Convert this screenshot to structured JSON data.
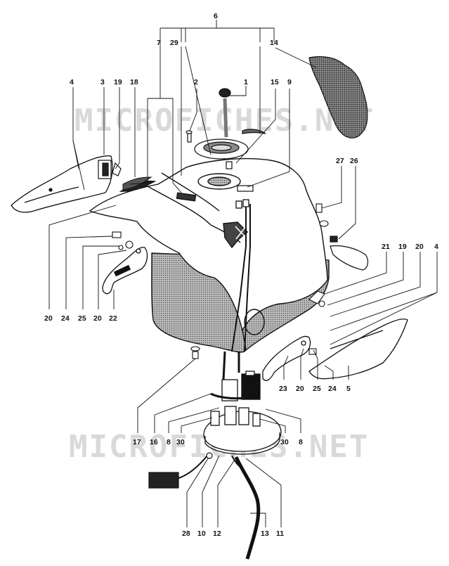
{
  "watermark": {
    "top": "MICROFICHES.NET",
    "bottom": "MICROFICHES.NET"
  },
  "callouts": [
    {
      "id": "n6",
      "text": "6"
    },
    {
      "id": "n7",
      "text": "7"
    },
    {
      "id": "n29",
      "text": "29"
    },
    {
      "id": "n14",
      "text": "14"
    },
    {
      "id": "n4a",
      "text": "4"
    },
    {
      "id": "n3",
      "text": "3"
    },
    {
      "id": "n19a",
      "text": "19"
    },
    {
      "id": "n18",
      "text": "18"
    },
    {
      "id": "n2",
      "text": "2"
    },
    {
      "id": "n1",
      "text": "1"
    },
    {
      "id": "n15",
      "text": "15"
    },
    {
      "id": "n9",
      "text": "9"
    },
    {
      "id": "n27",
      "text": "27"
    },
    {
      "id": "n26",
      "text": "26"
    },
    {
      "id": "n21",
      "text": "21"
    },
    {
      "id": "n19b",
      "text": "19"
    },
    {
      "id": "n20a",
      "text": "20"
    },
    {
      "id": "n4b",
      "text": "4"
    },
    {
      "id": "n20b",
      "text": "20"
    },
    {
      "id": "n24a",
      "text": "24"
    },
    {
      "id": "n25a",
      "text": "25"
    },
    {
      "id": "n20c",
      "text": "20"
    },
    {
      "id": "n22",
      "text": "22"
    },
    {
      "id": "n23",
      "text": "23"
    },
    {
      "id": "n20d",
      "text": "20"
    },
    {
      "id": "n25b",
      "text": "25"
    },
    {
      "id": "n24b",
      "text": "24"
    },
    {
      "id": "n5",
      "text": "5"
    },
    {
      "id": "n17",
      "text": "17"
    },
    {
      "id": "n16",
      "text": "16"
    },
    {
      "id": "n8a",
      "text": "8"
    },
    {
      "id": "n30a",
      "text": "30"
    },
    {
      "id": "n30b",
      "text": "30"
    },
    {
      "id": "n8b",
      "text": "8"
    },
    {
      "id": "n28",
      "text": "28"
    },
    {
      "id": "n10",
      "text": "10"
    },
    {
      "id": "n12",
      "text": "12"
    },
    {
      "id": "n13",
      "text": "13"
    },
    {
      "id": "n11",
      "text": "11"
    }
  ]
}
